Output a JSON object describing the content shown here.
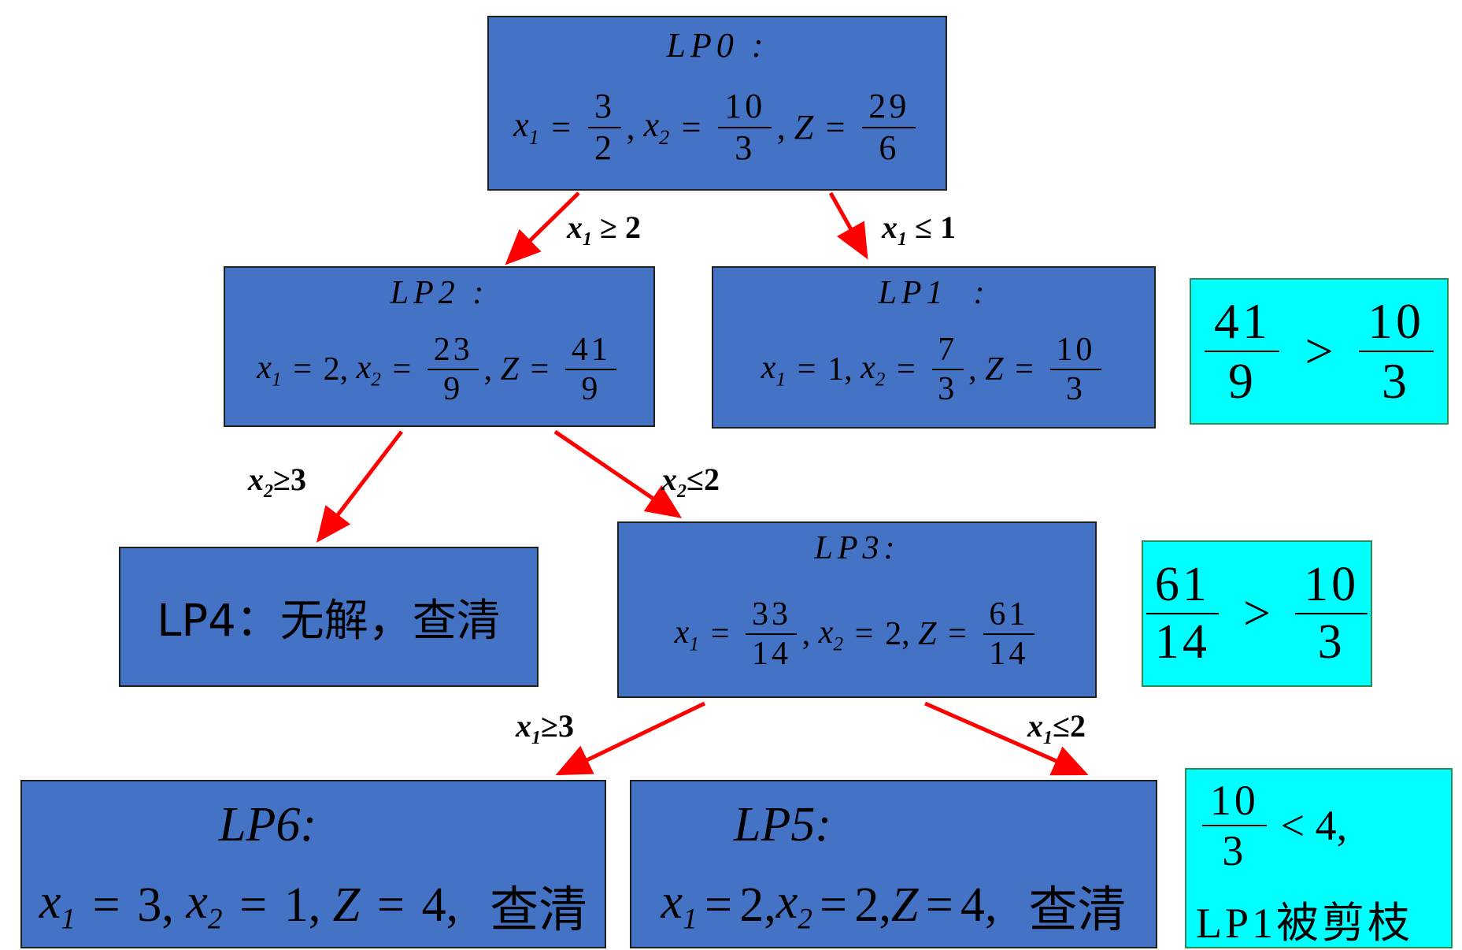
{
  "nodes": {
    "lp0": {
      "title": "LP0 :",
      "x1": {
        "num": "3",
        "den": "2"
      },
      "x2": {
        "num": "10",
        "den": "3"
      },
      "z": {
        "num": "29",
        "den": "6"
      }
    },
    "lp2": {
      "title": "LP2 :",
      "x1": "2",
      "x2": {
        "num": "23",
        "den": "9"
      },
      "z": {
        "num": "41",
        "den": "9"
      }
    },
    "lp1": {
      "title": "LP1  :",
      "x1": "1",
      "x2": {
        "num": "7",
        "den": "3"
      },
      "z": {
        "num": "10",
        "den": "3"
      }
    },
    "lp4": {
      "text": "LP4：无解，查清"
    },
    "lp3": {
      "title": "LP3:",
      "x1": {
        "num": "33",
        "den": "14"
      },
      "x2": "2",
      "z": {
        "num": "61",
        "den": "14"
      }
    },
    "lp6": {
      "title": "LP6:",
      "x1": "3",
      "x2": "1",
      "z": "4,",
      "status": "查清"
    },
    "lp5": {
      "title": "LP5:",
      "x1": "2,",
      "x2": "2,",
      "z": "4,",
      "status": "查清"
    }
  },
  "branches": {
    "b_lp0_lp2": {
      "cond": "≥ 2"
    },
    "b_lp0_lp1": {
      "cond": "≤ 1"
    },
    "b_lp2_lp4": {
      "cond": "≥3"
    },
    "b_lp2_lp3": {
      "cond": "≤2"
    },
    "b_lp3_lp6": {
      "cond": "≥3"
    },
    "b_lp3_lp5": {
      "cond": "≤2"
    }
  },
  "notes": {
    "n1": {
      "left": {
        "num": "41",
        "den": "9"
      },
      "op": ">",
      "right": {
        "num": "10",
        "den": "3"
      }
    },
    "n2": {
      "left": {
        "num": "61",
        "den": "14"
      },
      "op": ">",
      "right": {
        "num": "10",
        "den": "3"
      }
    },
    "n3": {
      "frac": {
        "num": "10",
        "den": "3"
      },
      "rest": "< 4,",
      "line2": "LP1被剪枝"
    }
  },
  "colors": {
    "node_fill": "#4472C4",
    "note_fill": "#00FFFF",
    "arrow": "#FF0000"
  }
}
